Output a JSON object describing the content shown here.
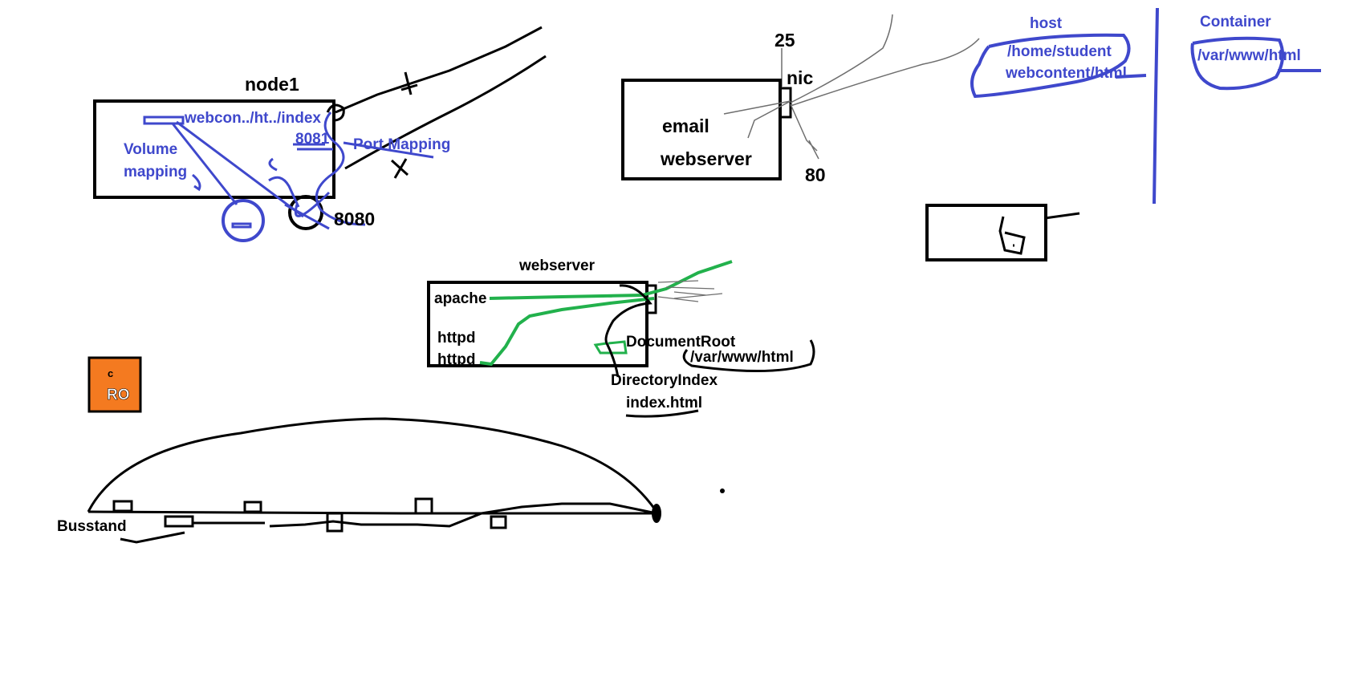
{
  "colors": {
    "ink": "#000000",
    "blue_pen": "#3f48cc",
    "green_pen": "#22b14c",
    "orange_box": "#f47a20",
    "grey_pen": "#6e6e6e",
    "background": "#ffffff"
  },
  "node_diagram": {
    "title": "node1",
    "volume_path": "webcon../ht../index",
    "container_port": "8081",
    "port_mapping_label": "Port Mapping",
    "volume_mapping_line1": "Volume",
    "volume_mapping_line2": "mapping",
    "host_port": "8080"
  },
  "nic_diagram": {
    "port_top": "25",
    "nic_label": "nic",
    "service_line1": "email",
    "service_line2": "webserver",
    "port_bottom": "80"
  },
  "host_container": {
    "host_title": "host",
    "host_path_line1": "/home/student",
    "host_path_line2": "webcontent/html",
    "container_title": "Container",
    "container_path": "/var/www/html"
  },
  "webserver_diagram": {
    "title": "webserver",
    "apache_label": "apache",
    "httpd_label1": "httpd",
    "httpd_label2": "httpd",
    "document_root_label": "DocumentRoot",
    "document_root_path": "/var/www/html",
    "directory_index_label": "DirectoryIndex",
    "directory_index_value": "index.html"
  },
  "orange_box": {
    "small_letter": "c",
    "label": "RO"
  },
  "bus_diagram": {
    "label": "Busstand"
  }
}
